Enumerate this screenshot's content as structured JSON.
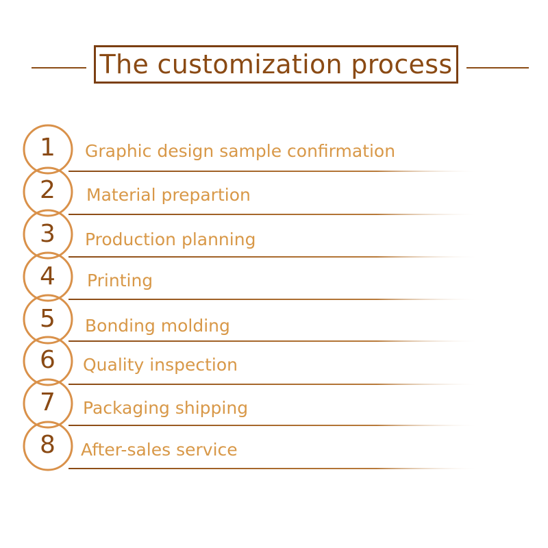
{
  "title": "The customization process",
  "colors": {
    "accent_dark": "#8a4a14",
    "accent_light": "#d89848",
    "circle_stroke": "#d9914a"
  },
  "steps": [
    {
      "number": "1",
      "label": "Graphic design sample confirmation"
    },
    {
      "number": "2",
      "label": "Material prepartion"
    },
    {
      "number": "3",
      "label": "Production planning"
    },
    {
      "number": "4",
      "label": "Printing"
    },
    {
      "number": "5",
      "label": "Bonding molding"
    },
    {
      "number": "6",
      "label": "Quality inspection"
    },
    {
      "number": "7",
      "label": "Packaging shipping"
    },
    {
      "number": "8",
      "label": "After-sales service"
    }
  ]
}
